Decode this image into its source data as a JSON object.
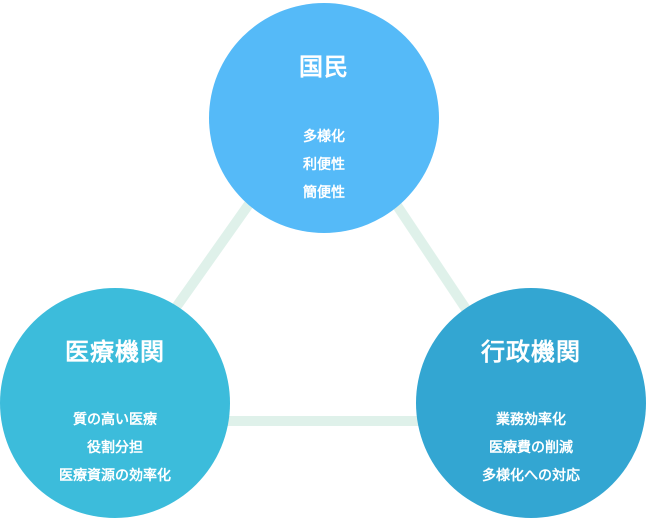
{
  "nodes": {
    "citizens": {
      "title": "国民",
      "items": [
        "多様化",
        "利便性",
        "簡便性"
      ]
    },
    "medical": {
      "title": "医療機関",
      "items": [
        "質の高い医療",
        "役割分担",
        "医療資源の効率化"
      ]
    },
    "admin": {
      "title": "行政機関",
      "items": [
        "業務効率化",
        "医療費の削減",
        "多様化への対応"
      ]
    }
  },
  "colors": {
    "citizens_circle": "#55baf8",
    "medical_circle": "#3cbcdb",
    "admin_circle": "#33a6d2",
    "connector": "#dff1ea"
  }
}
